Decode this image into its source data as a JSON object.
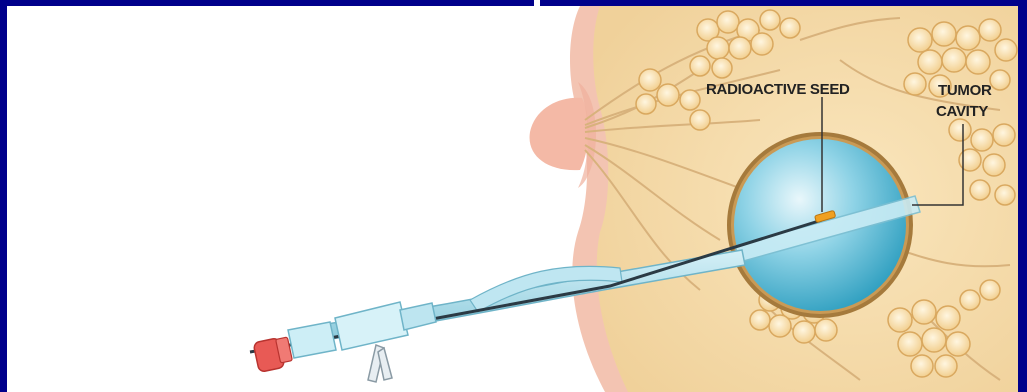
{
  "colors": {
    "frame": "#00008b",
    "tissue": "#f6dfb2",
    "skin": "#f0b7a4",
    "balloon": "#5cc3dc",
    "catheter": "#a9dbe8",
    "seed": "#f0a020",
    "connector": "#e85a55"
  },
  "labels": {
    "seed": "RADIOACTIVE SEED",
    "cavity_line1": "TUMOR",
    "cavity_line2": "CAVITY"
  }
}
